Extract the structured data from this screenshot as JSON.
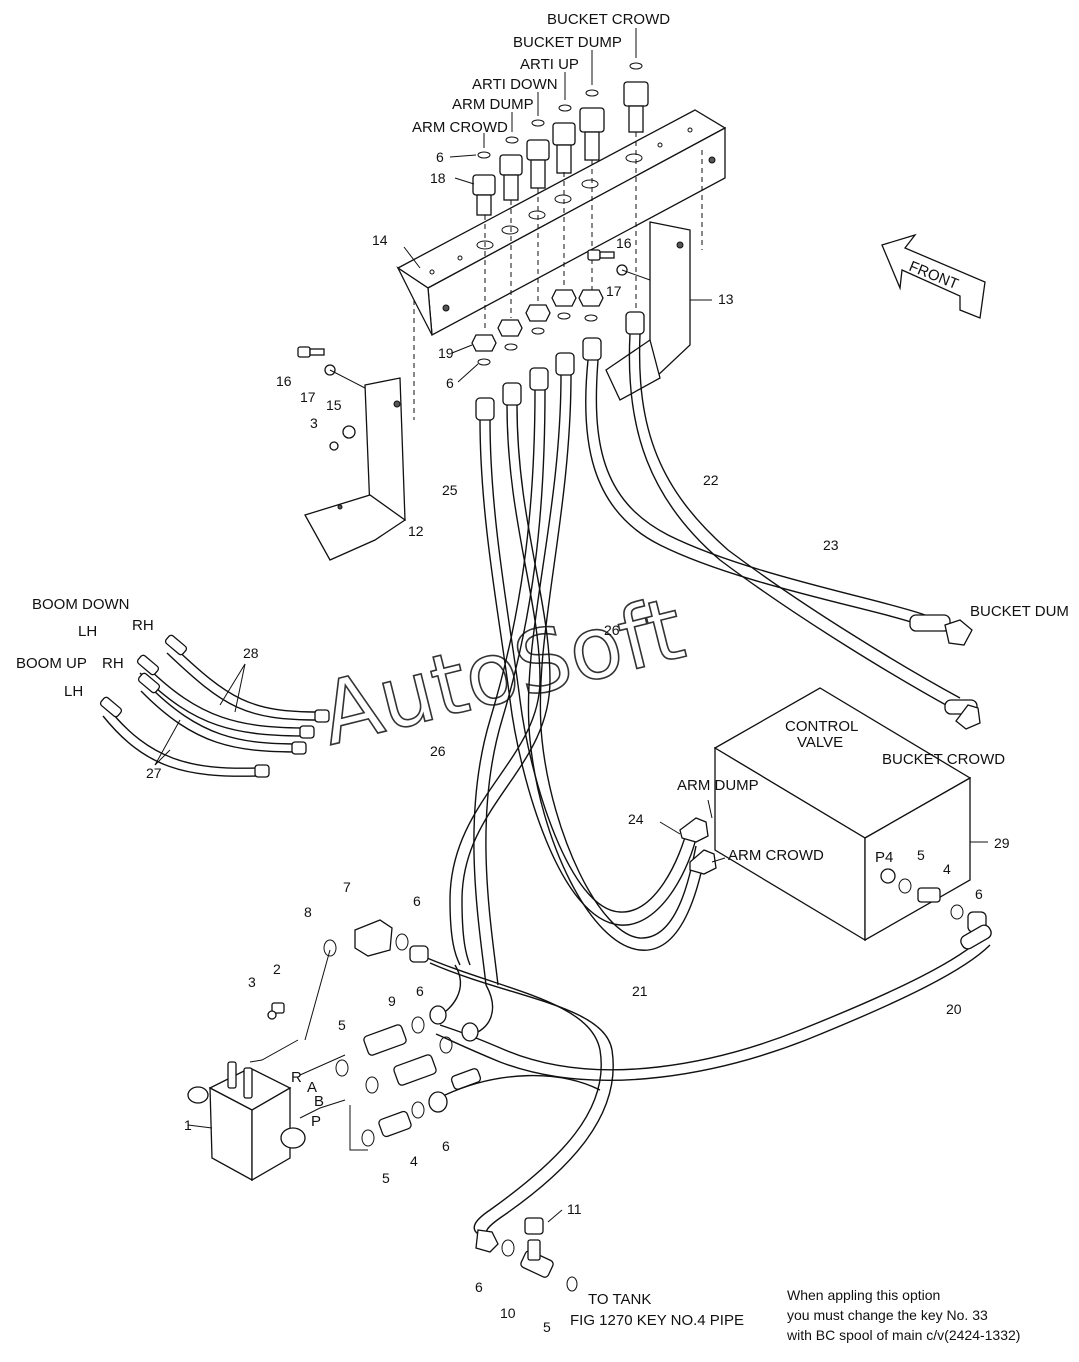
{
  "labels": {
    "bucket_crowd_top": "BUCKET CROWD",
    "bucket_dump_top": "BUCKET DUMP",
    "arti_up": "ARTI UP",
    "arti_down": "ARTI DOWN",
    "arm_dump_top": "ARM DUMP",
    "arm_crowd_top": "ARM CROWD",
    "front": "FRONT",
    "boom_down": "BOOM DOWN",
    "boom_up": "BOOM UP",
    "lh": "LH",
    "rh": "RH",
    "bucket_dum": "BUCKET DUM",
    "control_valve_1": "CONTROL",
    "control_valve_2": "VALVE",
    "bucket_crowd_cv": "BUCKET CROWD",
    "arm_dump_cv": "ARM DUMP",
    "arm_crowd_cv": "ARM CROWD",
    "p4": "P4",
    "port_r": "R",
    "port_a": "A",
    "port_b": "B",
    "port_p": "P",
    "to_tank": "TO TANK",
    "fig_ref": "FIG 1270 KEY NO.4 PIPE"
  },
  "part_numbers": {
    "n1": "1",
    "n2": "2",
    "n3": "3",
    "n4": "4",
    "n5": "5",
    "n6": "6",
    "n7": "7",
    "n8": "8",
    "n9": "9",
    "n10": "10",
    "n11": "11",
    "n12": "12",
    "n13": "13",
    "n14": "14",
    "n15": "15",
    "n16": "16",
    "n17": "17",
    "n18": "18",
    "n19": "19",
    "n20": "20",
    "n21": "21",
    "n22": "22",
    "n23": "23",
    "n24": "24",
    "n25": "25",
    "n26": "26",
    "n27": "27",
    "n28": "28",
    "n29": "29"
  },
  "note": {
    "line1": "When appling this option",
    "line2": "you must change the key No. 33",
    "line3": "with BC spool of main c/v(2424-1332)"
  },
  "watermark": "AutoSoft"
}
